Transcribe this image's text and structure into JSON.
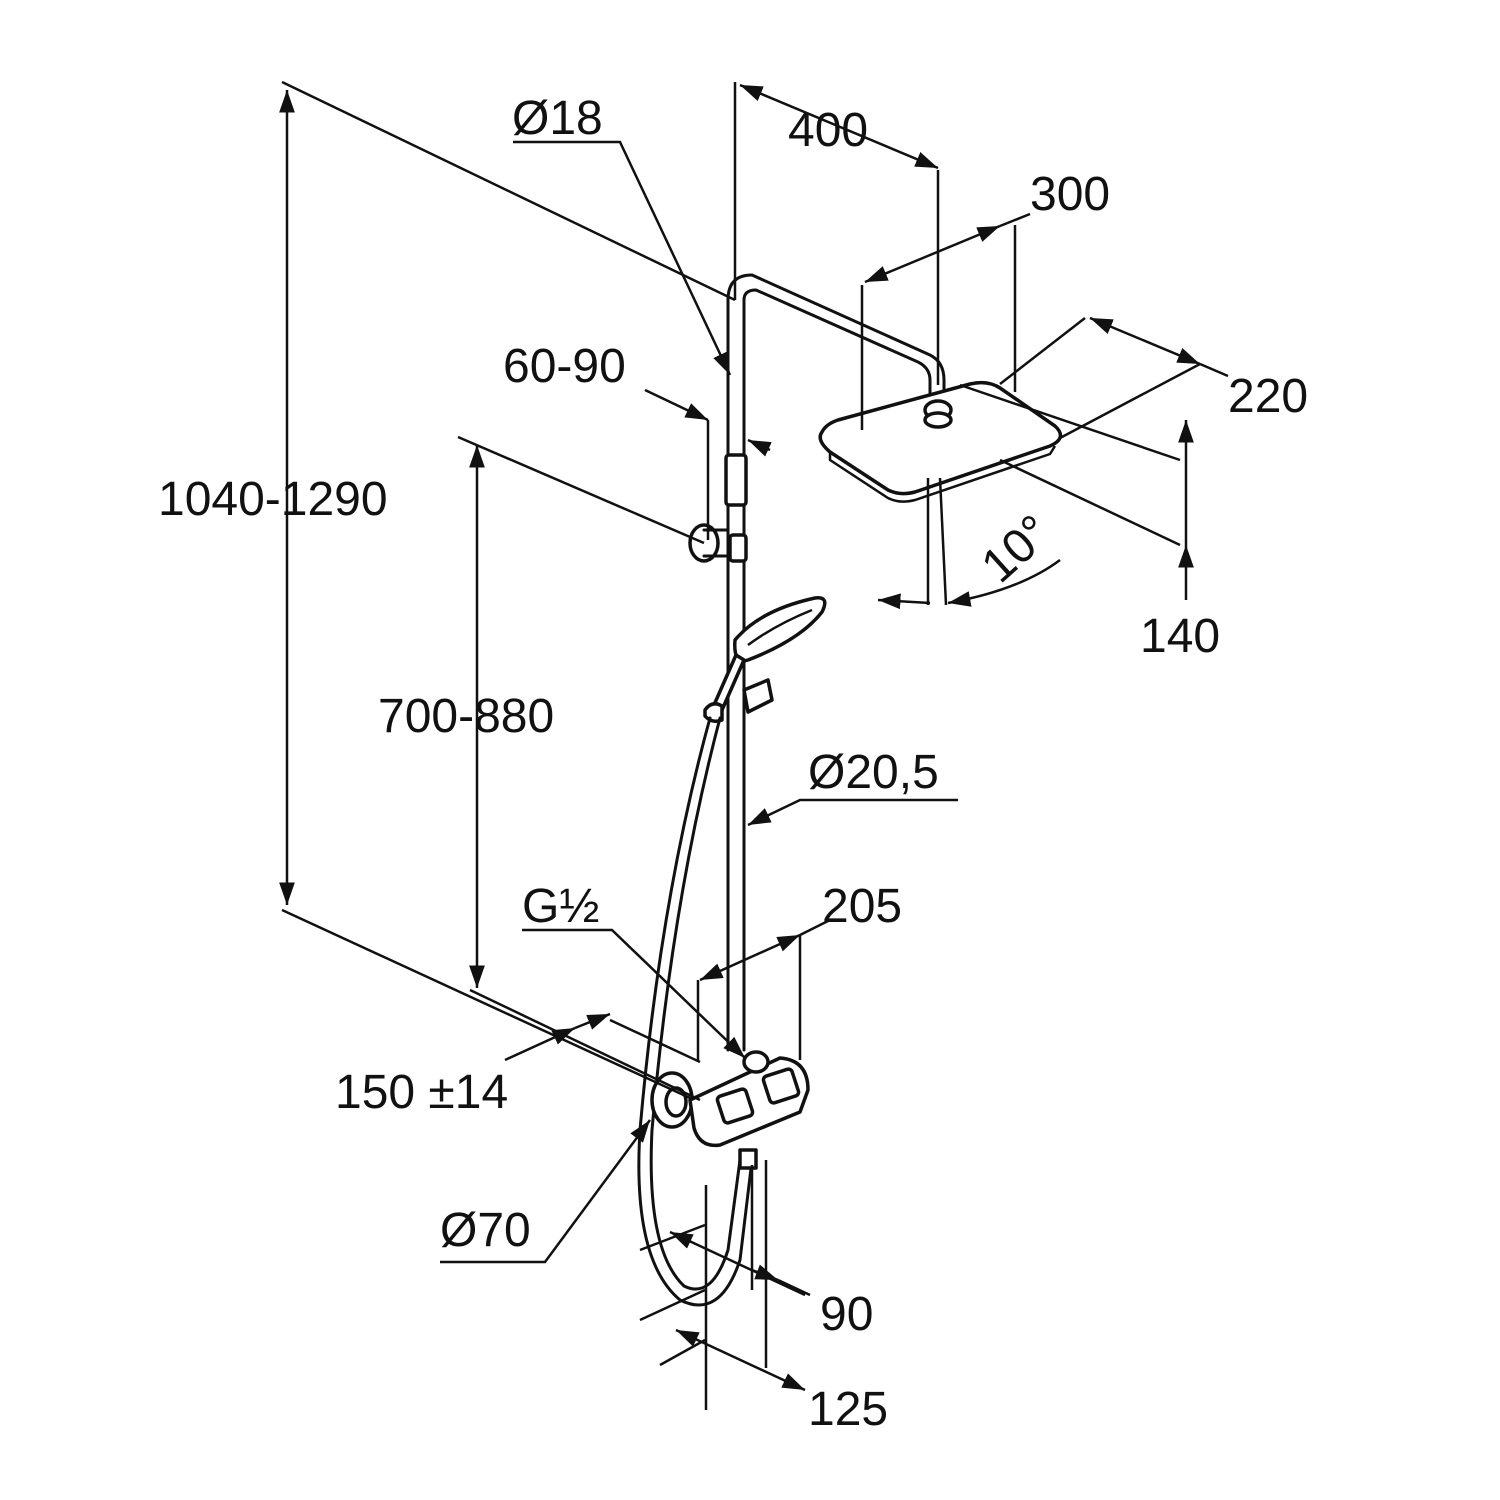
{
  "dimensions": {
    "d_18": "Ø18",
    "d_400": "400",
    "d_300": "300",
    "d_220": "220",
    "d_60_90": "60-90",
    "d_1040_1290": "1040-1290",
    "d_700_880": "700-880",
    "d_10deg": "10°",
    "d_140": "140",
    "d_20_5": "Ø20,5",
    "d_g12": "G½",
    "d_205": "205",
    "d_150_14": "150 ±14",
    "d_70": "Ø70",
    "d_90": "90",
    "d_125": "125"
  }
}
